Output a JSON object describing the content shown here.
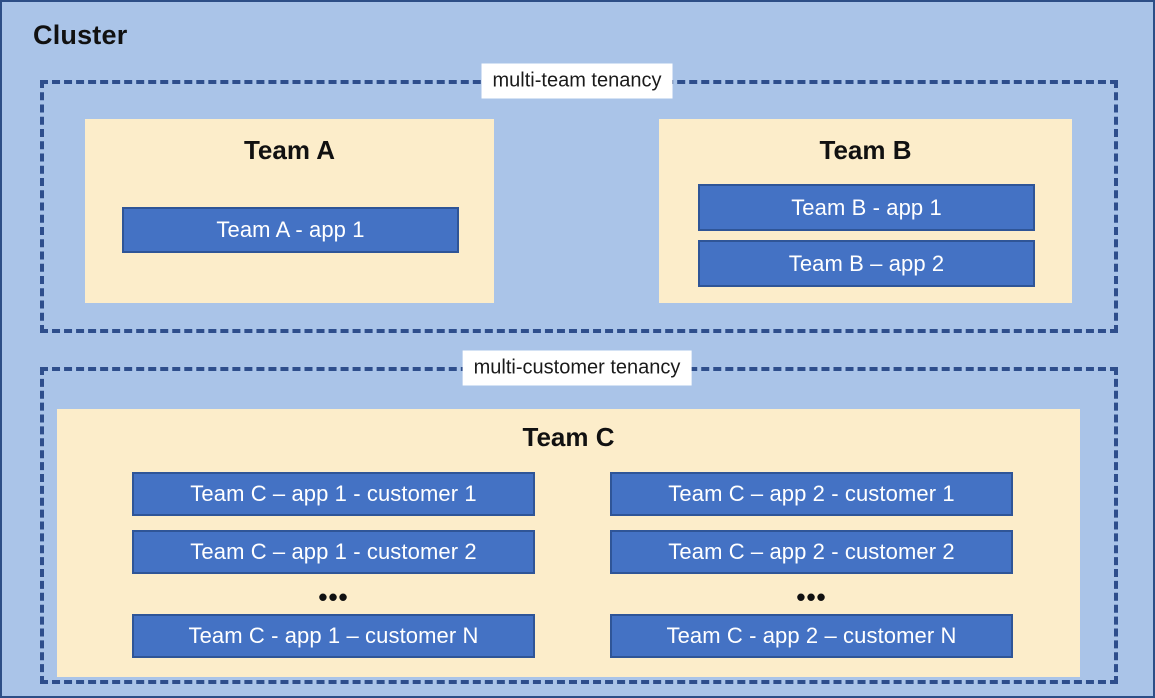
{
  "diagram": {
    "title": "Cluster",
    "background_color": "#AAC4E8",
    "team_box_color": "#FCEDCA",
    "app_box_color": "#4472C4",
    "app_box_border_color": "#2F5597",
    "dashed_border_color": "#2E4E8C",
    "groups": [
      {
        "id": "multi-team",
        "label": "multi-team tenancy",
        "teams": [
          {
            "id": "team-a",
            "title": "Team A",
            "apps": [
              "Team A - app 1"
            ]
          },
          {
            "id": "team-b",
            "title": "Team B",
            "apps": [
              "Team B - app 1",
              "Team B – app 2"
            ]
          }
        ]
      },
      {
        "id": "multi-customer",
        "label": "multi-customer tenancy",
        "teams": [
          {
            "id": "team-c",
            "title": "Team C",
            "columns": [
              {
                "id": "app-1",
                "apps": [
                  "Team C – app 1 - customer 1",
                  "Team C – app 1 - customer 2"
                ],
                "ellipsis": "•••",
                "last_app": "Team C - app 1 – customer N"
              },
              {
                "id": "app-2",
                "apps": [
                  "Team C – app 2 - customer 1",
                  "Team C – app 2 - customer 2"
                ],
                "ellipsis": "•••",
                "last_app": "Team C - app 2 – customer N"
              }
            ]
          }
        ]
      }
    ]
  }
}
